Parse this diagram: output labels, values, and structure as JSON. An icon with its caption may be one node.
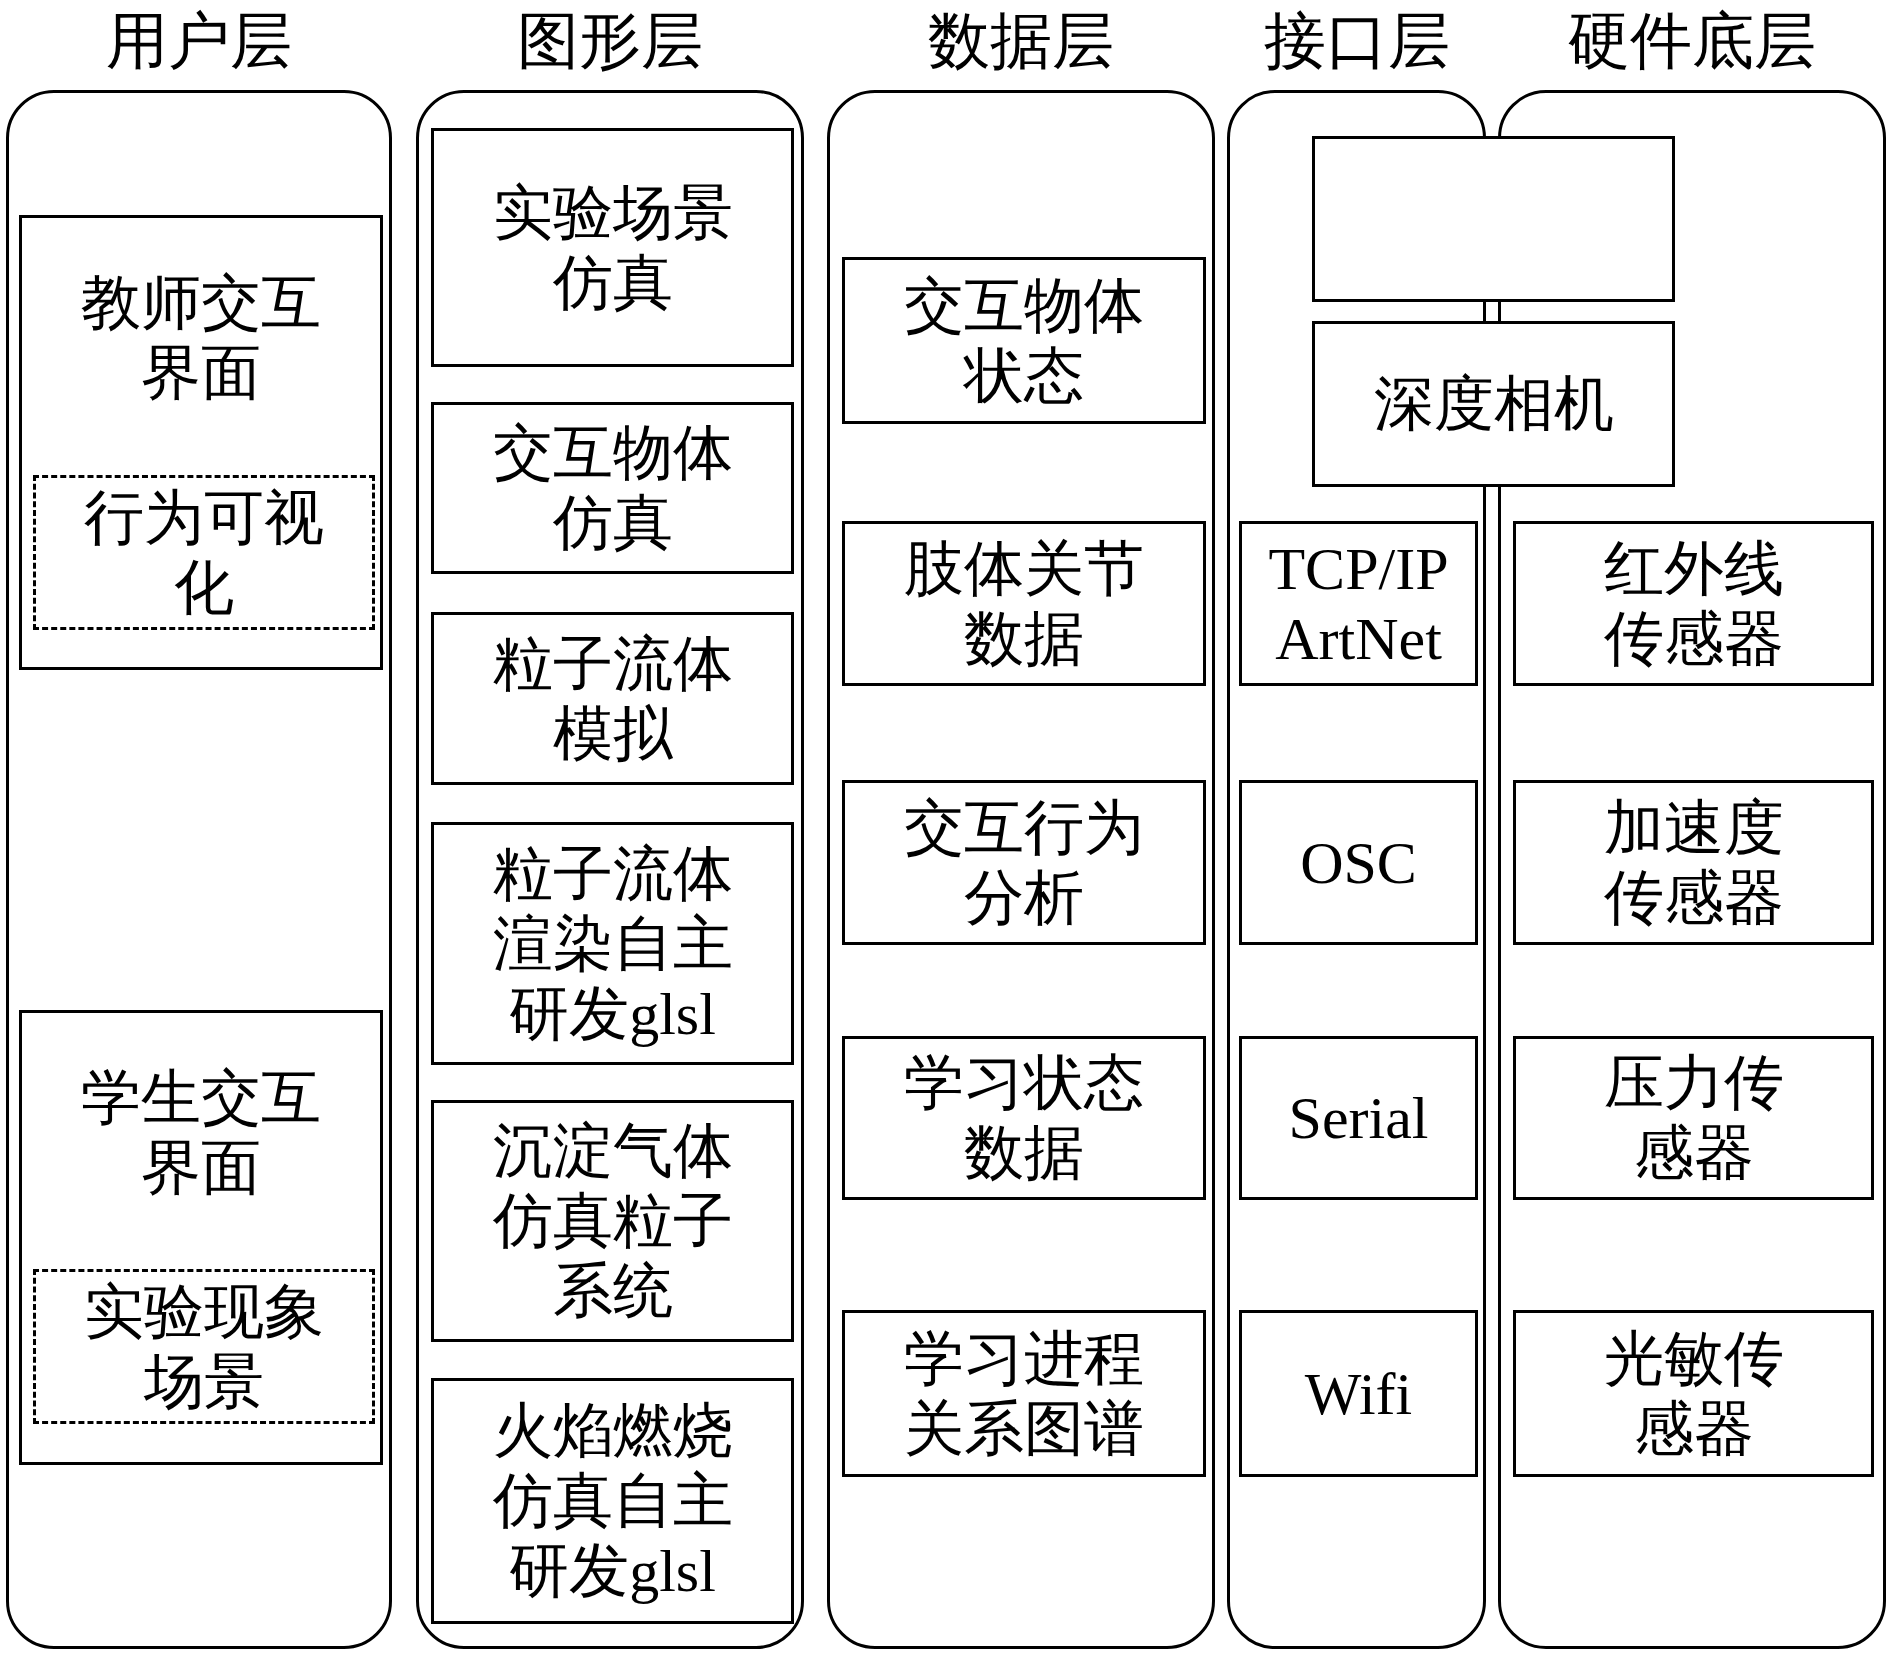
{
  "diagram": {
    "nodes": [
      {
        "text": [
          "用户层"
        ]
      },
      {
        "text": [
          "教师交互界面"
        ],
        "in": 0
      },
      {
        "text": [
          "行为可视化"
        ],
        "in": 1
      },
      {
        "text": [
          "学生交互界面"
        ],
        "in": 0
      },
      {
        "text": [
          "实验现象场景"
        ],
        "in": 3
      },
      {
        "text": [
          "图形层"
        ]
      },
      {
        "text": [
          "实验场景仿真"
        ],
        "in": 5
      },
      {
        "text": [
          "交互物体仿真"
        ],
        "in": 5
      },
      {
        "text": [
          "粒子流体模拟"
        ],
        "in": 5
      },
      {
        "text": [
          "粒子流体渲染自主研发glsl"
        ],
        "in": 5
      },
      {
        "text": [
          "沉淀气体仿真粒子系统"
        ],
        "in": 5
      },
      {
        "text": [
          "火焰燃烧仿真自主研发glsl"
        ],
        "in": 5
      },
      {
        "text": [
          "数据层"
        ]
      },
      {
        "text": [
          "交互物体状态"
        ],
        "in": 12
      },
      {
        "text": [
          "肢体关节数据"
        ],
        "in": 12
      },
      {
        "text": [
          "交互行为分析"
        ],
        "in": 12
      },
      {
        "text": [
          "学习状态数据"
        ],
        "in": 12
      },
      {
        "text": [
          "学习进程关系图谱"
        ],
        "in": 12
      },
      {
        "text": [
          "接口层"
        ]
      },
      {
        "text": [
          "硬件底层"
        ]
      },
      {
        "text": [],
        "shape": "box"
      },
      {
        "text": [
          "深度相机"
        ]
      },
      {
        "text": [
          "TCP/IP ArtNet"
        ],
        "in": 18
      },
      {
        "text": [
          "OSC"
        ],
        "in": 18
      },
      {
        "text": [
          "Serial"
        ],
        "in": 18
      },
      {
        "text": [
          "Wifi"
        ],
        "in": 18
      },
      {
        "text": [
          "红外线传感器"
        ],
        "in": 19
      },
      {
        "text": [
          "加速度传感器"
        ],
        "in": 19
      },
      {
        "text": [
          "压力传感器"
        ],
        "in": 19
      },
      {
        "text": [
          "光敏传感器"
        ],
        "in": 19
      }
    ],
    "edges": []
  }
}
